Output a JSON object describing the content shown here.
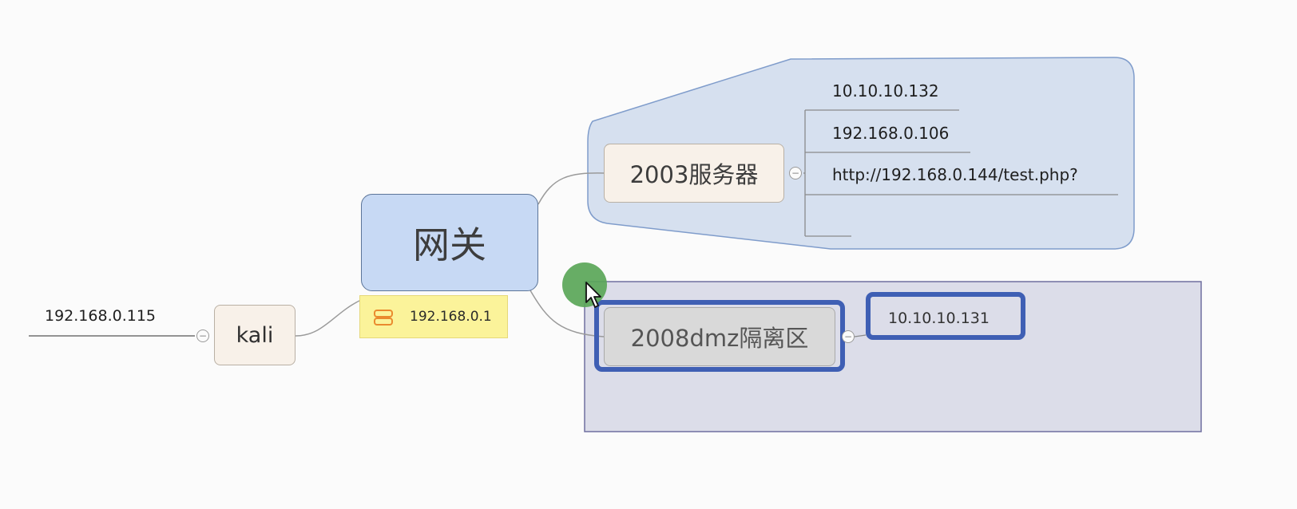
{
  "root": {
    "title": "网关",
    "note_text": "192.168.0.1"
  },
  "kali": {
    "title": "kali",
    "ip": "192.168.0.115"
  },
  "server2003": {
    "title": "2003服务器",
    "children": [
      "10.10.10.132",
      "192.168.0.106",
      "http://192.168.0.144/test.php?",
      ""
    ]
  },
  "dmz2008": {
    "title": "2008dmz隔离区",
    "children": [
      "10.10.10.131"
    ]
  },
  "colors": {
    "root_fill": "#c7d9f4",
    "node_fill": "#f8f1e9",
    "boundary_2003_fill": "#d6e0ef",
    "boundary_dmz_fill": "#dcdde9",
    "selection": "#3f5fb4",
    "pointer_highlight": "#5aa658",
    "note_fill": "#fbf39a"
  }
}
